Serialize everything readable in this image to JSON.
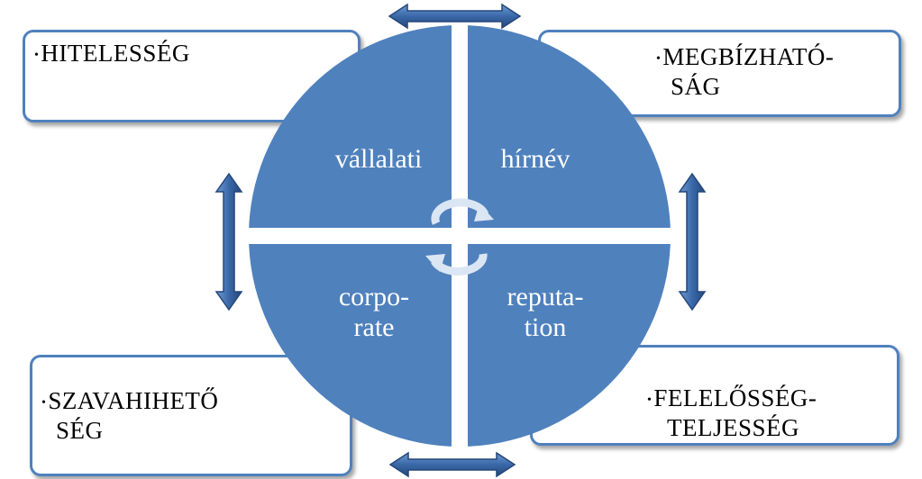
{
  "colors": {
    "circle": "#4f81bd",
    "arrow_fill": "#3a68a8",
    "arrow_outline": "#24477a",
    "box_border": "#4f81bd",
    "quadrant_text": "#ffffff"
  },
  "boxes": {
    "top_left": {
      "line1": "HITELESSÉG",
      "line2": ""
    },
    "top_right": {
      "line1": "MEGBÍZHATÓ-",
      "line2": "SÁG"
    },
    "bottom_left": {
      "line1": "SZAVAHIHETŐ",
      "line2": "SÉG"
    },
    "bottom_right": {
      "line1": "FELELŐSSÉG-",
      "line2": "TELJESSÉG"
    }
  },
  "quadrants": {
    "top_left": {
      "line1": "vállalati",
      "line2": ""
    },
    "top_right": {
      "line1": "hírnév",
      "line2": ""
    },
    "bottom_left": {
      "line1": "corpo-",
      "line2": "rate"
    },
    "bottom_right": {
      "line1": "reputa-",
      "line2": "tion"
    }
  },
  "bullet_glyph": "•",
  "icons": {
    "cycle": "cycle-arrows-icon",
    "double_arrow": "double-arrow-icon"
  }
}
